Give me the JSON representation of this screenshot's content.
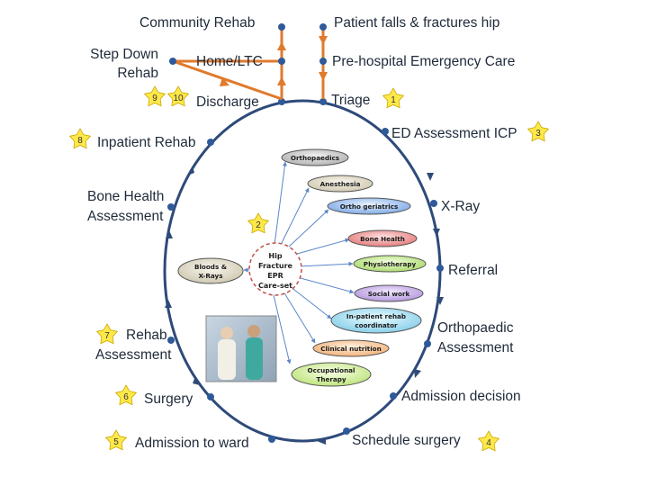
{
  "top_path": {
    "community_rehab": "Community Rehab",
    "patient_falls": "Patient falls & fractures hip",
    "step_down_rehab_line1": "Step Down",
    "step_down_rehab_line2": "Rehab",
    "home_ltc": "Home/LTC",
    "pre_hospital": "Pre-hospital Emergency Care"
  },
  "steps": {
    "discharge": "Discharge",
    "triage": "Triage",
    "ed_assessment": "ED Assessment ICP",
    "xray": "X-Ray",
    "referral": "Referral",
    "ortho_assessment_line1": "Orthopaedic",
    "ortho_assessment_line2": "Assessment",
    "admission_decision": "Admission decision",
    "schedule_surgery": "Schedule surgery",
    "admission_to_ward": "Admission to ward",
    "surgery": "Surgery",
    "rehab_assessment_line1": "Rehab",
    "rehab_assessment_line2": "Assessment",
    "bone_health_line1": "Bone Health",
    "bone_health_line2": "Assessment",
    "inpatient_rehab": "Inpatient Rehab"
  },
  "stars": {
    "s1": "1",
    "s2": "2",
    "s3": "3",
    "s4": "4",
    "s5": "5",
    "s6": "6",
    "s7": "7",
    "s8": "8",
    "s9": "9",
    "s10": "10"
  },
  "center": {
    "line1": "Hip",
    "line2": "Fracture",
    "line3": "EPR",
    "line4": "Care-set"
  },
  "pills": {
    "orthopaedics": "Orthopaedics",
    "anesthesia": "Anesthesia",
    "orthogeriatrics": "Ortho geriatrics",
    "bone_health": "Bone Health",
    "physiotherapy": "Physiotherapy",
    "social_work": "Social work",
    "inpatient_coord_line1": "In-patient rehab",
    "inpatient_coord_line2": "coordinator",
    "clinical_nutrition": "Clinical nutrition",
    "ot_line1": "Occupational",
    "ot_line2": "Therapy",
    "bloods_line1": "Bloods &",
    "bloods_line2": "X-Rays"
  },
  "colors": {
    "cycle": "#2e4a7a",
    "top_path": "#e07a2c",
    "star_fill": "#ffe84a",
    "connector": "#5b86c8"
  }
}
